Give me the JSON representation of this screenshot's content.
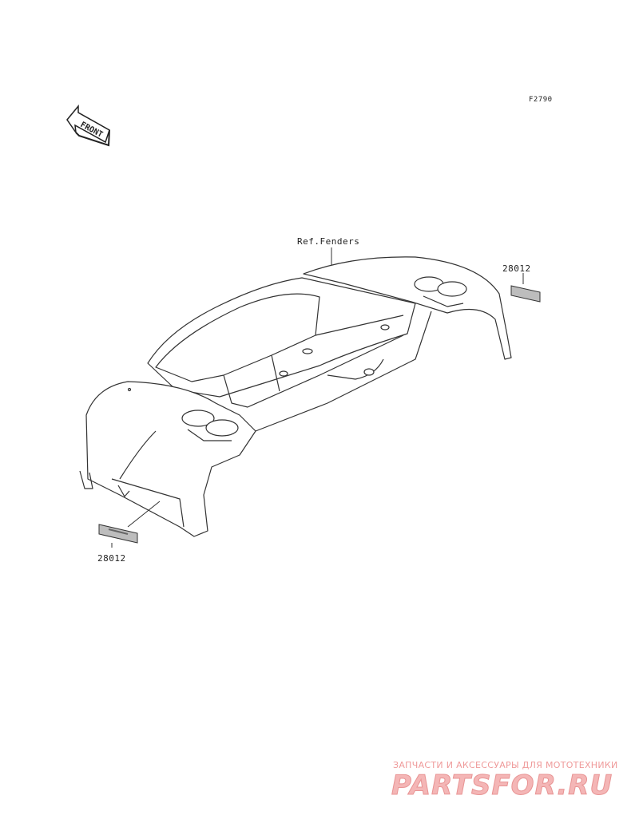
{
  "figure": {
    "code": "F2790",
    "front_arrow_text": "FRONT"
  },
  "labels": {
    "reference": "Ref.Fenders",
    "part_right": "28012",
    "part_left": "28012"
  },
  "watermark": {
    "subtitle": "ЗАПЧАСТИ И АКСЕССУАРЫ ДЛЯ МОТОТЕХНИКИ",
    "logo_text": "PARTSFOR.RU",
    "color": "#ef9a9a",
    "logo_color": "#f4b6b6"
  }
}
